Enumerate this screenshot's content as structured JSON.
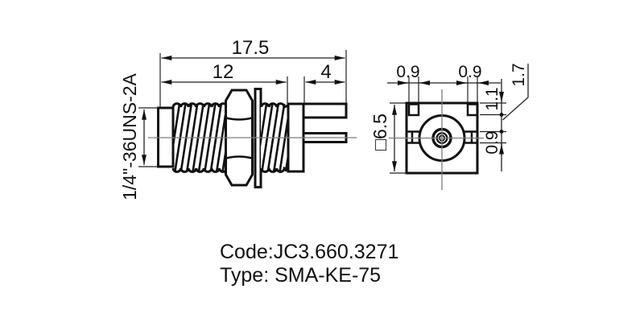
{
  "drawing": {
    "side_view": {
      "thread_label": "1/4\"-36UNS-2A",
      "dim_overall": "17.5",
      "dim_body_length": "12",
      "dim_leg_length": "4"
    },
    "end_view": {
      "dim_square": "□6.5",
      "dim_leg_width_left": "0.9",
      "dim_leg_width_right": "0.9",
      "dim_leg_offset": "1.1",
      "dim_mid_offset": "1.7",
      "dim_tab_height": "0.9"
    },
    "caption": {
      "code": "Code:JC3.660.3271",
      "type": "Type: SMA-KE-75"
    },
    "colors": {
      "line": "#111111",
      "centerline": "#7d7d7d",
      "background": "#ffffff"
    }
  }
}
